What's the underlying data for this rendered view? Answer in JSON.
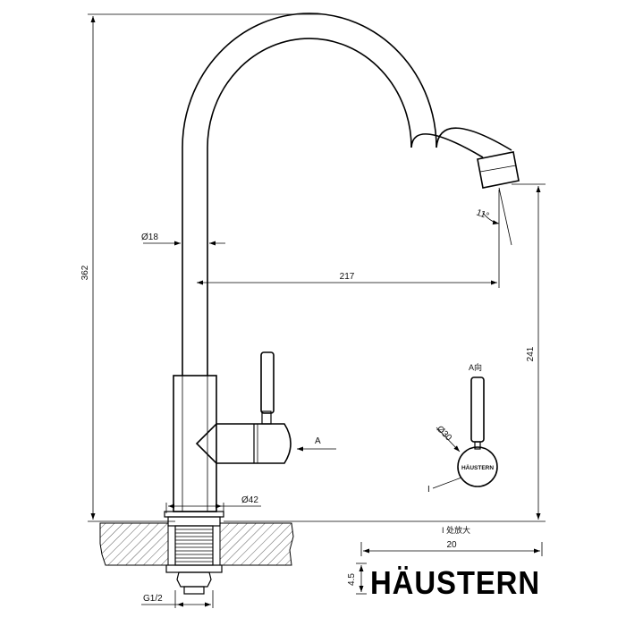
{
  "dimensions": {
    "total_height": "362",
    "spout_height": "241",
    "reach": "217",
    "pipe_diameter": "Ø18",
    "base_diameter": "Ø42",
    "handle_diameter": "Ø30",
    "spout_angle": "11°",
    "thread": "G1/2",
    "detail_width": "20",
    "detail_height": "4.5"
  },
  "labels": {
    "view_arrow": "A",
    "view_a_title": "A向",
    "detail_marker": "I",
    "detail_caption": "I 处放大",
    "badge": "HÄUSTERN"
  },
  "brand": {
    "logo": "HÄUSTERN"
  },
  "colors": {
    "line": "#000000",
    "background": "#ffffff",
    "hatch": "#333333"
  }
}
